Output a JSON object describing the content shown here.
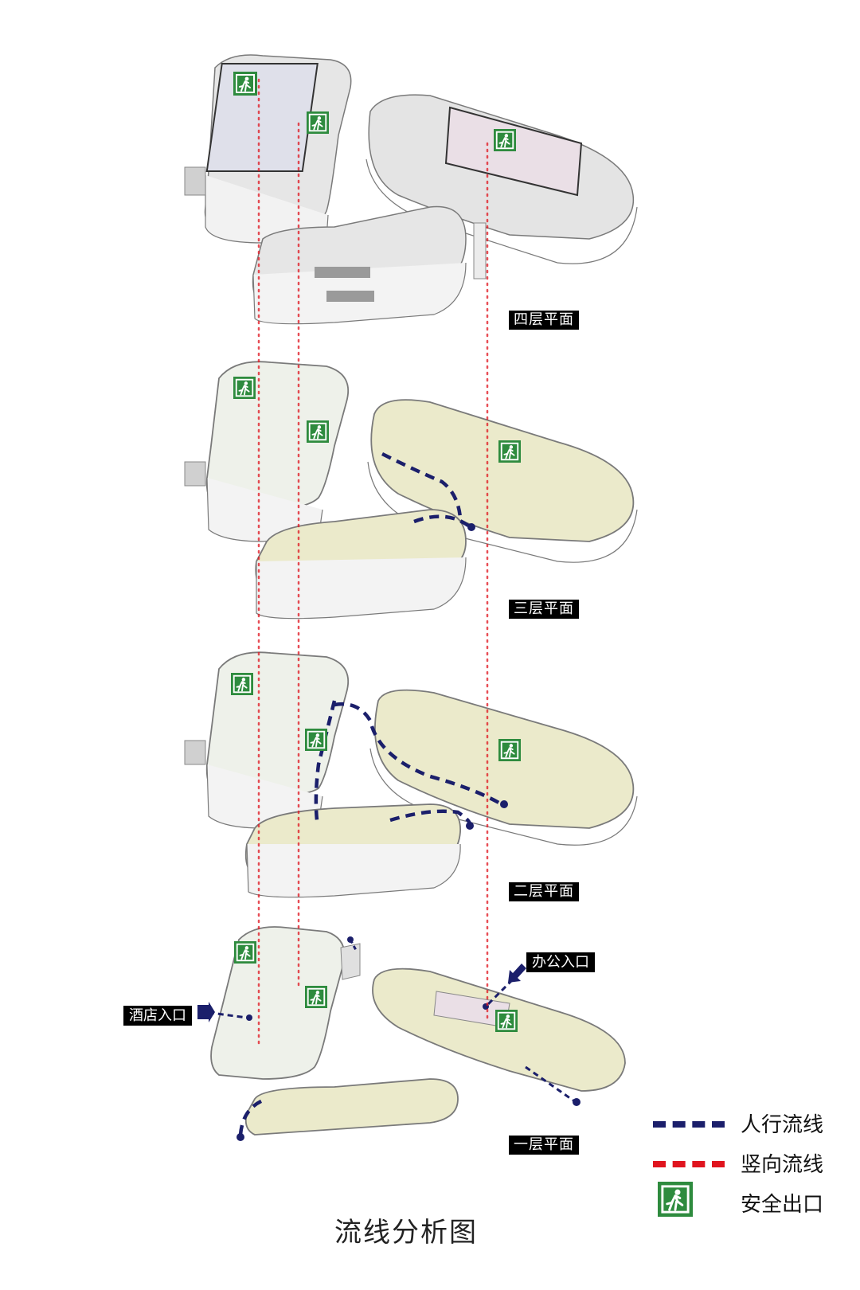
{
  "title": "流线分析图",
  "floors": [
    {
      "label": "四层平面"
    },
    {
      "label": "三层平面"
    },
    {
      "label": "二层平面"
    },
    {
      "label": "一层平面"
    }
  ],
  "entrances": {
    "hotel": "酒店入口",
    "office": "办公入口"
  },
  "legend": {
    "items": [
      {
        "label": "人行流线",
        "color": "#1b1f6b"
      },
      {
        "label": "竖向流线",
        "color": "#e0141e"
      },
      {
        "label": "安全出口",
        "color": "#2e8b3e"
      }
    ]
  },
  "colors": {
    "floor_fill": "#ebeacb",
    "floor_fill_light": "#eef1ea",
    "wall": "#8a8a8a",
    "massing": "#e6e6e6",
    "pedestrian": "#1b1f6b",
    "vertical": "#e0141e",
    "exit": "#2e8b3e"
  },
  "icons": {
    "exit": "emergency-exit-icon"
  }
}
